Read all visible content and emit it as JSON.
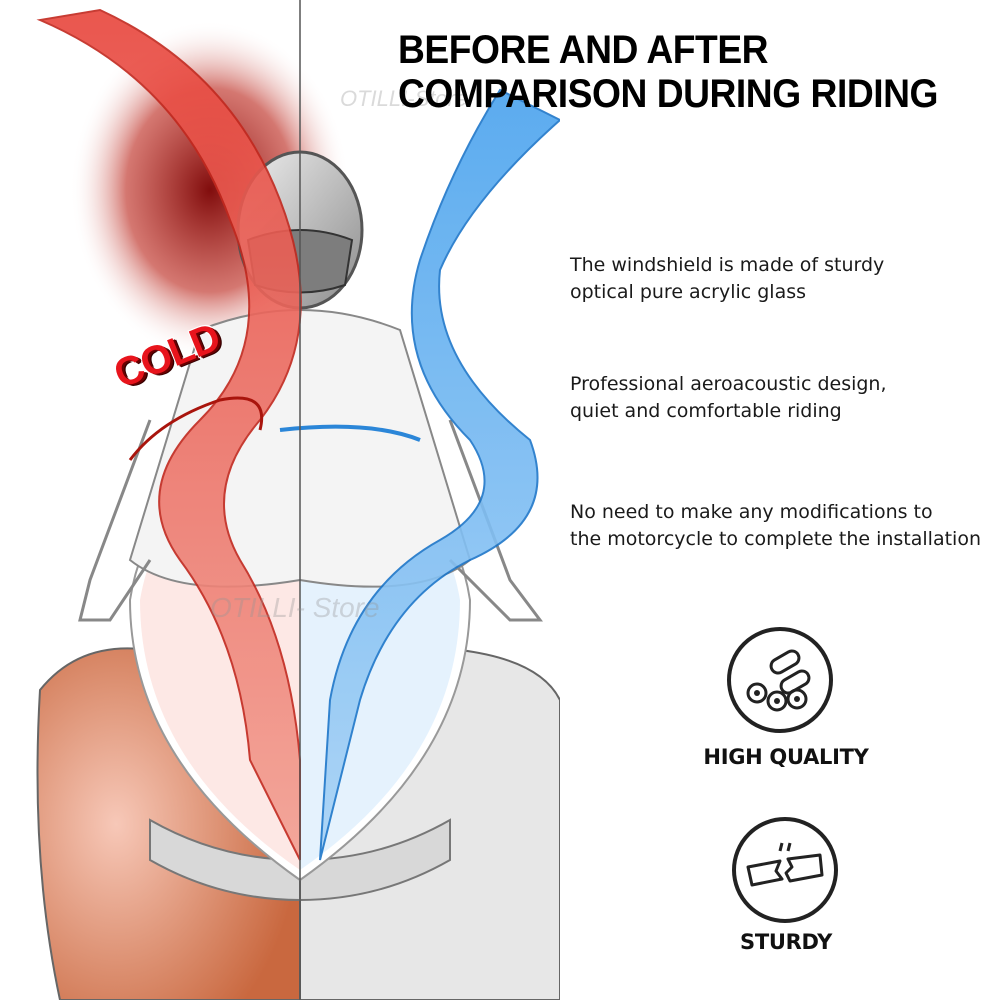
{
  "title": {
    "line1": "BEFORE AND AFTER",
    "line2": "COMPARISON DURING RIDING"
  },
  "features": [
    {
      "line1": "The windshield is made of sturdy",
      "line2": "optical pure acrylic glass"
    },
    {
      "line1": "Professional aeroacoustic design,",
      "line2": "quiet and comfortable riding"
    },
    {
      "line1": "No need to make any modifications to",
      "line2": "the motorcycle to complete the installation"
    }
  ],
  "badges": [
    {
      "label": "HIGH QUALITY",
      "icon": "rolls-icon"
    },
    {
      "label": "STURDY",
      "icon": "broken-bar-icon"
    }
  ],
  "illustration": {
    "cold_label": "COLD",
    "watermark_top": "OTILLI-Store",
    "watermark_mid": "OTILLI- Store",
    "colors": {
      "hot_flow": "#e8453c",
      "cool_flow": "#3b9be8",
      "cold_text": "#e8141c"
    }
  }
}
